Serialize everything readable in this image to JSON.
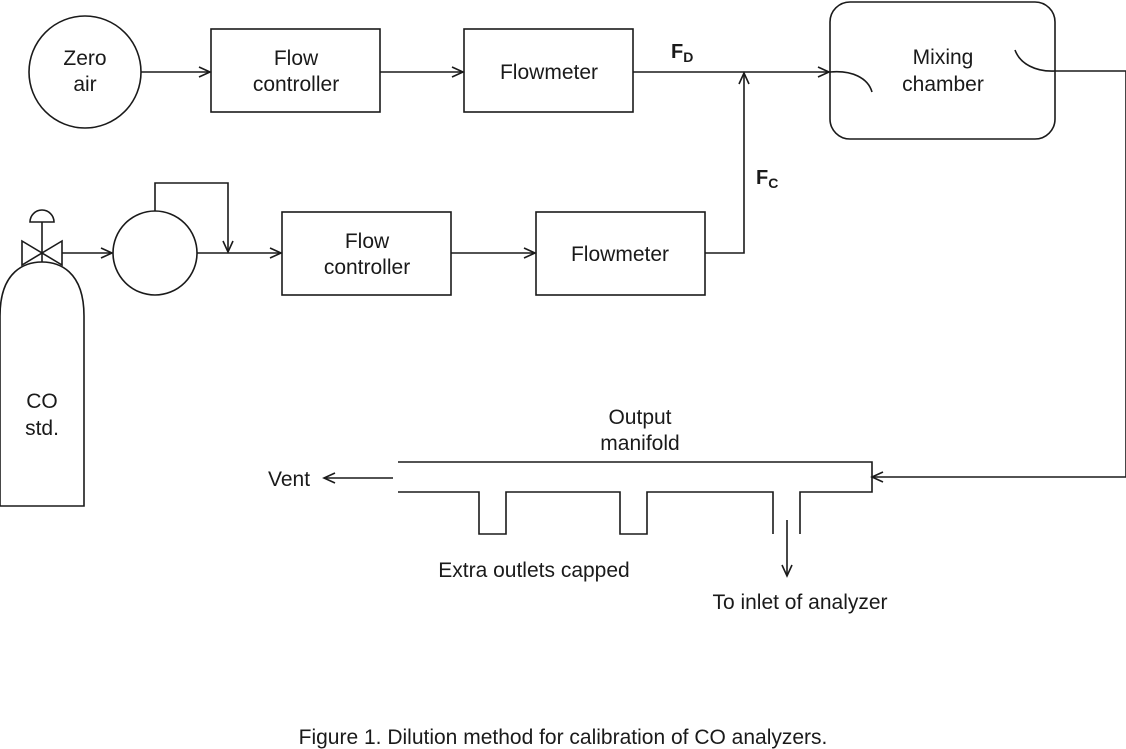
{
  "nodes": {
    "zero_air": [
      "Zero",
      "air"
    ],
    "flow_controller_top": [
      "Flow",
      "controller"
    ],
    "flowmeter_top": "Flowmeter",
    "mixing_chamber": [
      "Mixing",
      "chamber"
    ],
    "flow_controller_bottom": [
      "Flow",
      "controller"
    ],
    "flowmeter_bottom": "Flowmeter",
    "co_std": [
      "CO",
      "std."
    ],
    "output_manifold": [
      "Output",
      "manifold"
    ]
  },
  "flows": {
    "fd_main": "F",
    "fd_sub": "D",
    "fc_main": "F",
    "fc_sub": "C"
  },
  "labels": {
    "vent": "Vent",
    "extra_outlets": "Extra outlets capped",
    "to_inlet": "To inlet of analyzer"
  },
  "caption": "Figure 1. Dilution method for calibration of CO analyzers."
}
